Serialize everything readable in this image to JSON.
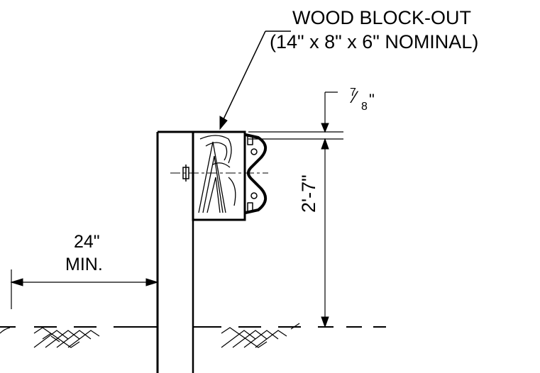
{
  "callout": {
    "line1": "WOOD BLOCK-OUT",
    "line2": "(14\" x 8\" x 6\" NOMINAL)"
  },
  "dimensions": {
    "offset_value": "24\"",
    "offset_qualifier": "MIN.",
    "rail_height": "2'-7\"",
    "block_gap_num": "7",
    "block_gap_den": "8",
    "block_gap_unit": "\""
  },
  "colors": {
    "ink": "#000000",
    "background": "#ffffff"
  }
}
